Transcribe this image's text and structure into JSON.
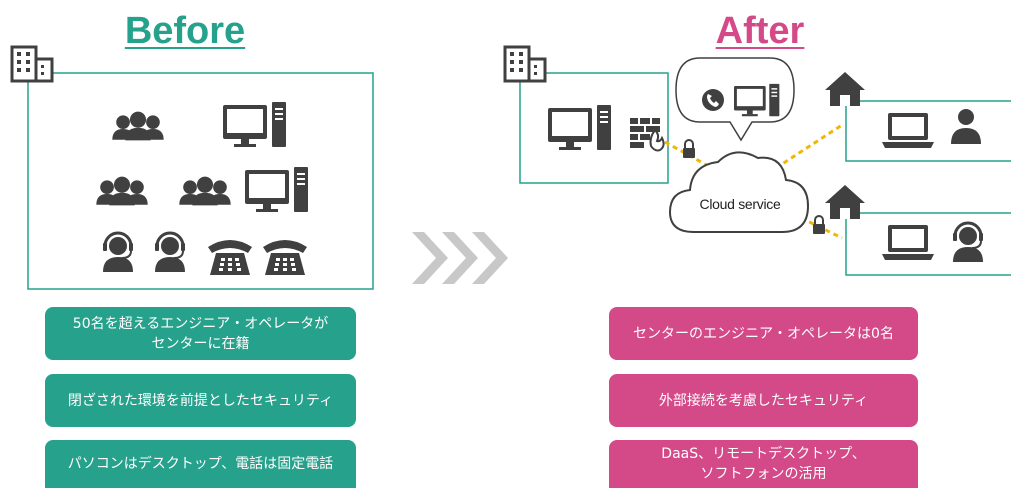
{
  "before": {
    "title": "Before",
    "points": [
      "50名を超えるエンジニア・オペレータが\nセンターに在籍",
      "閉ざされた環境を前提としたセキュリティ",
      "パソコンはデスクトップ、電話は固定電話"
    ]
  },
  "after": {
    "title": "After",
    "points": [
      "センターのエンジニア・オペレータは0名",
      "外部接続を考慮したセキュリティ",
      "DaaS、リモートデスクトップ、\nソフトフォンの活用"
    ],
    "cloud_label": "Cloud service"
  },
  "colors": {
    "before_accent": "#26a18b",
    "after_accent": "#d44a88",
    "icon": "#404040",
    "arrow": "#c8c8c8",
    "link": "#f2b705"
  },
  "icons": [
    "building-icon",
    "people-group-icon",
    "desktop-computer-icon",
    "headset-operator-icon",
    "desk-phone-icon",
    "firewall-icon",
    "lock-icon",
    "home-icon",
    "laptop-icon",
    "user-icon",
    "phone-icon",
    "cloud-icon",
    "chevron-arrow-icon"
  ]
}
